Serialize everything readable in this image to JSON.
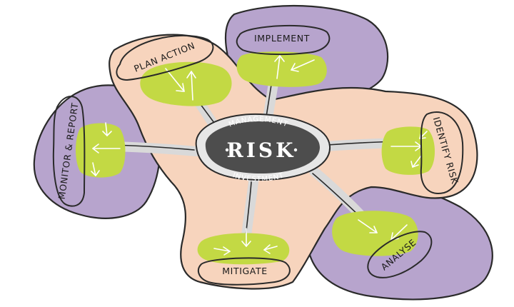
{
  "hub": {
    "top_text": "MANAGEMENT",
    "center_text": "RISK",
    "bottom_text": "INVESTMENT"
  },
  "stages": {
    "plan_action": "PLAN ACTION",
    "implement": "IMPLEMENT",
    "identify_risk": "IDENTIFY RISK",
    "analyse": "ANALYSE",
    "mitigate": "MITIGATE",
    "monitor_report": "MONITOR & REPORT"
  },
  "colors": {
    "purple_region": "#b7a4cd",
    "peach_region": "#f7d4bd",
    "green_node": "#c3d944",
    "hub_dark": "#4d4d4d",
    "connector_grey": "#d9d9d9",
    "outline": "#2a2a2a"
  }
}
